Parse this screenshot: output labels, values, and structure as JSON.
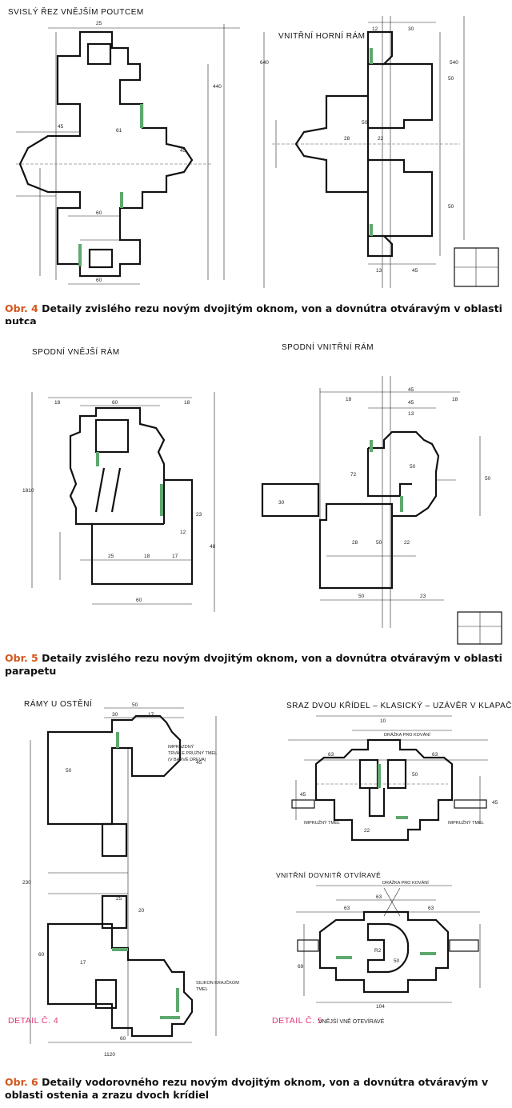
{
  "figures": [
    {
      "id": "obr4",
      "drawing_labels": [
        "SVISLÝ ŘEZ VNĚJŠÍM POUTCEM",
        "VNITŘNÍ HORNÍ RÁM"
      ],
      "caption": {
        "number": "Obr. 4",
        "text": "Detaily zvislého rezu novým dvojitým oknom, von a dovnútra otváravým v oblasti putca"
      }
    },
    {
      "id": "obr5",
      "drawing_labels": [
        "SPODNÍ VNĚJŠÍ RÁM",
        "SPODNÍ VNITŘNÍ RÁM"
      ],
      "caption": {
        "number": "Obr. 5",
        "text": "Detaily zvislého rezu novým dvojitým oknom, von a dovnútra otváravým v oblasti parapetu"
      }
    },
    {
      "id": "obr6",
      "drawing_labels": [
        "RÁMY U OSTĚNÍ",
        "SRAZ DVOU KŘÍDEL – KLASICKÝ – UZÁVĚR V KLAPAČCE",
        "VNITŘNÍ DOVNITŘ OTVÍRAVÉ"
      ],
      "detail_labels": [
        "DETAIL Č. 4",
        "DETAIL Č. 5"
      ],
      "bottom_note": "VNĚJŠÍ VNĚ OTEVÍRAVÉ",
      "caption": {
        "number": "Obr. 6",
        "text": "Detaily vodorovného rezu novým dvojitým oknom, von a dovnútra otváravým v oblasti ostenia a zrazu dvoch krídiel"
      }
    }
  ]
}
